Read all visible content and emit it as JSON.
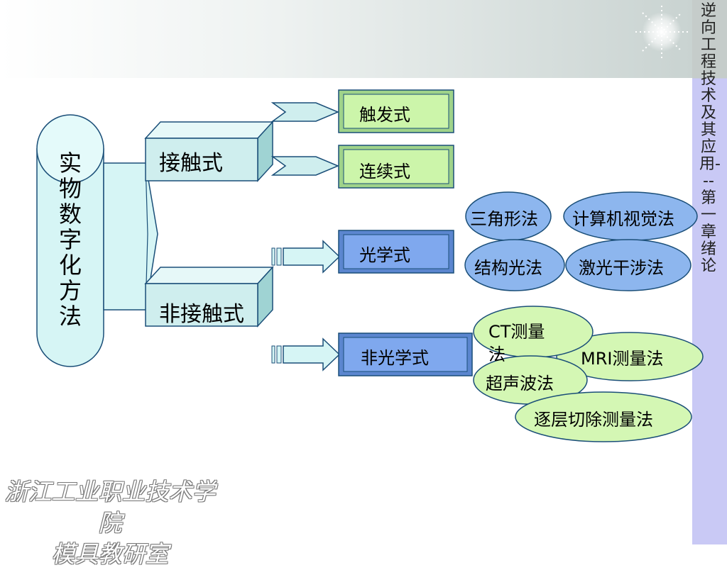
{
  "slide": {
    "side_title": "逆向工程技术及其应用---第一章 绪论",
    "footer_line1": "浙江工业职业技术学院",
    "footer_line2": "模具教研室"
  },
  "diagram": {
    "root": "实物数字化方法",
    "contact": {
      "label": "接触式",
      "children": [
        "触发式",
        "连续式"
      ]
    },
    "noncontact": {
      "label": "非接触式",
      "optical": {
        "label": "光学式",
        "methods": [
          "三角形法",
          "计算机视觉法",
          "结构光法",
          "激光干涉法"
        ]
      },
      "nonoptical": {
        "label": "非光学式",
        "methods": [
          "CT测量法",
          "MRI测量法",
          "超声波法",
          "逐层切除测量法"
        ]
      }
    }
  },
  "colors": {
    "cylinder": "#d6f5f5",
    "box_cyan": "#cfeeee",
    "box_green": "#ccf5aa",
    "box_blue": "#7fa8ee",
    "ellipse_blue": "#8db6ee",
    "ellipse_green": "#d4f7b4",
    "stroke": "#1a4e78"
  }
}
